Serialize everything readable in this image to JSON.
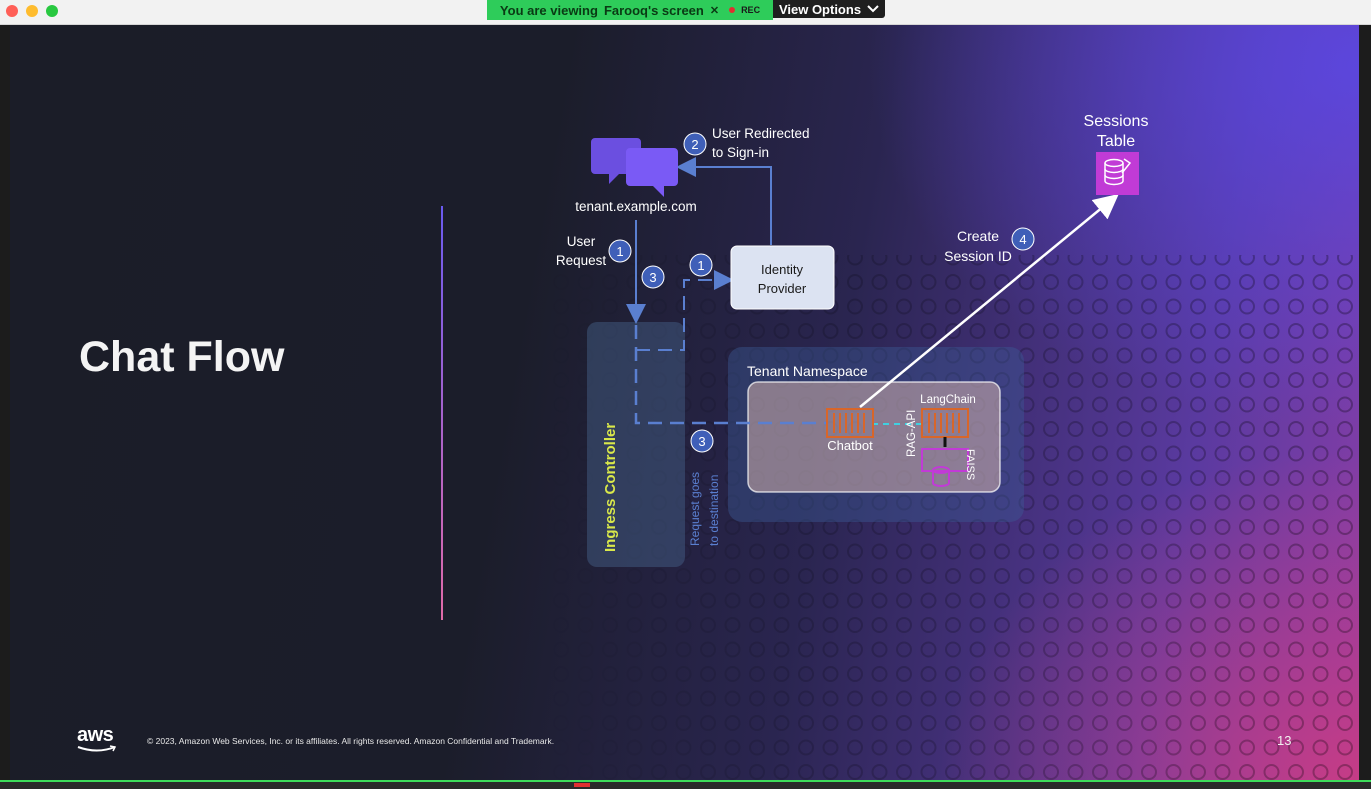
{
  "topbar": {
    "viewing_text": "You are viewing",
    "viewing_name": "Farooq's screen",
    "rec_label": "REC",
    "view_options_label": "View Options"
  },
  "slide": {
    "title": "Chat Flow",
    "footer_logo": "aws",
    "copyright": "© 2023, Amazon Web Services, Inc. or its affiliates. All rights reserved. Amazon Confidential and Trademark.",
    "page_number": "13"
  },
  "diagram": {
    "tenant_domain": "tenant.example.com",
    "step2_label_line1": "User Redirected",
    "step2_label_line2": "to Sign-in",
    "user_request_line1": "User",
    "user_request_line2": "Request",
    "identity_provider_line1": "Identity",
    "identity_provider_line2": "Provider",
    "sessions_table_line1": "Sessions",
    "sessions_table_line2": "Table",
    "create_session_line1": "Create",
    "create_session_line2": "Session ID",
    "tenant_namespace": "Tenant Namespace",
    "ingress_controller": "Ingress Controller",
    "request_goes_line1": "Request goes",
    "request_goes_line2": "to destination",
    "chatbot": "Chatbot",
    "langchain": "LangChain",
    "rag_api": "RAG-API",
    "faiss": "FAISS",
    "badge_1a": "1",
    "badge_1b": "1",
    "badge_2": "2",
    "badge_3a": "3",
    "badge_3b": "3",
    "badge_4": "4"
  },
  "colors": {
    "badge": "#3f5fb8",
    "flow_line": "#5a7fd0",
    "ingress_label": "#d9e84a",
    "chat_icon": "#7a5af5",
    "container_orange": "#d8662a",
    "dynamo_magenta": "#c13bd6"
  }
}
